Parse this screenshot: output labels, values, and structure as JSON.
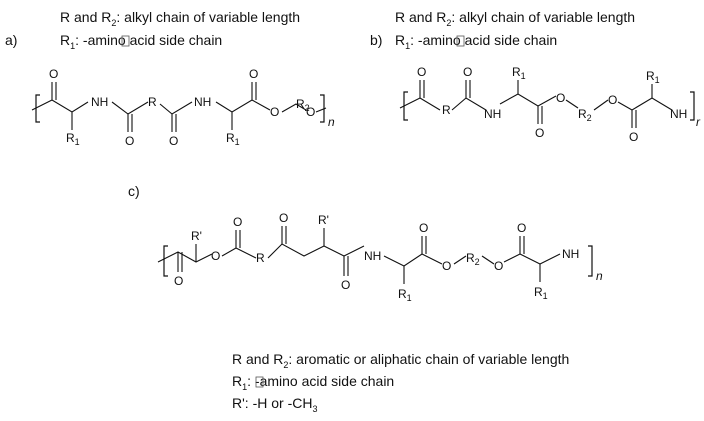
{
  "panel_a": {
    "label": "a)",
    "legend_line1_pre": "R and R",
    "legend_line1_sub": "2",
    "legend_line1_post": ": alkyl chain of variable length",
    "legend_line2_pre": "R",
    "legend_line2_sub": "1",
    "legend_line2_post": ": ",
    "legend_line2_tail": "-amino acid side chain",
    "atoms": {
      "o1": "O",
      "nh1": "NH",
      "r": "R",
      "o2": "O",
      "nh2": "NH",
      "o3": "O",
      "o4": "O",
      "r2": "R",
      "r2_sub": "2",
      "o5": "O",
      "r1a": "R",
      "r1a_sub": "1",
      "r1b": "R",
      "r1b_sub": "1",
      "n": "n"
    }
  },
  "panel_b": {
    "label": "b)",
    "legend_line1_pre": "R and R",
    "legend_line1_sub": "2",
    "legend_line1_post": ": alkyl chain of variable length",
    "legend_line2_pre": "R",
    "legend_line2_sub": "1",
    "legend_line2_post": ": ",
    "legend_line2_tail": "-amino acid side chain",
    "atoms": {
      "o1": "O",
      "r": "R",
      "o2": "O",
      "nh": "NH",
      "r1a": "R",
      "r1a_sub": "1",
      "o3": "O",
      "o4": "O",
      "r2": "R",
      "r2_sub": "2",
      "o5": "O",
      "o6": "O",
      "r1b": "R",
      "r1b_sub": "1",
      "nh2": "NH",
      "n": "r"
    }
  },
  "panel_c": {
    "label": "c)",
    "atoms": {
      "rp1": "R'",
      "o1": "O",
      "o2": "O",
      "r": "R",
      "o3": "O",
      "rp2": "R'",
      "nh": "NH",
      "o4": "O",
      "o5": "O",
      "r2": "R",
      "r2_sub": "2",
      "o6": "O",
      "o7": "O",
      "nh2": "NH",
      "o8": "O",
      "r1a": "R",
      "r1a_sub": "1",
      "r1b": "R",
      "r1b_sub": "1",
      "n": "n"
    },
    "legend_line1_pre": "R and R",
    "legend_line1_sub": "2",
    "legend_line1_post": ": aromatic or aliphatic chain of variable length",
    "legend_line2_pre": "R",
    "legend_line2_sub": "1",
    "legend_line2_post": ": ",
    "legend_line2_tail": "-amino acid side chain",
    "legend_line3_pre": "R': -H or -CH",
    "legend_line3_sub": "3"
  }
}
